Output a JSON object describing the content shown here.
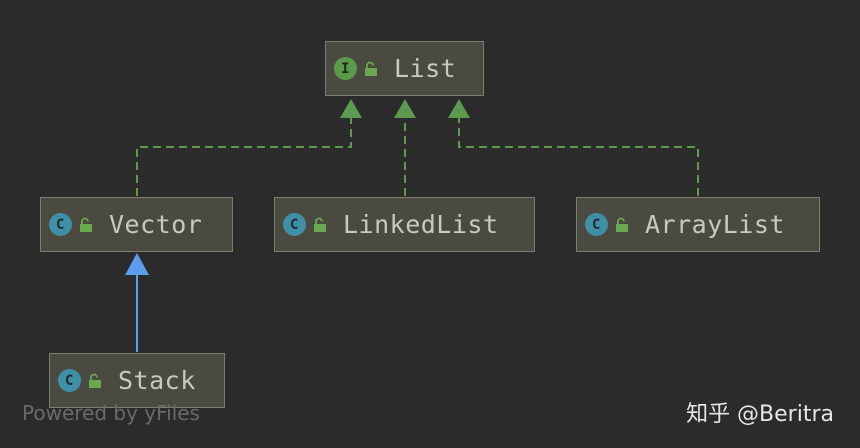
{
  "diagram": {
    "nodes": [
      {
        "id": "list",
        "kind_letter": "I",
        "kind": "interface",
        "label": "List"
      },
      {
        "id": "vector",
        "kind_letter": "C",
        "kind": "class",
        "label": "Vector"
      },
      {
        "id": "linkedlist",
        "kind_letter": "C",
        "kind": "class",
        "label": "LinkedList"
      },
      {
        "id": "arraylist",
        "kind_letter": "C",
        "kind": "class",
        "label": "ArrayList"
      },
      {
        "id": "stack",
        "kind_letter": "C",
        "kind": "class",
        "label": "Stack"
      }
    ],
    "edges": [
      {
        "from": "vector",
        "to": "list",
        "relation": "implements",
        "style": "dashed",
        "color": "#5e9a4e"
      },
      {
        "from": "linkedlist",
        "to": "list",
        "relation": "implements",
        "style": "dashed",
        "color": "#5e9a4e"
      },
      {
        "from": "arraylist",
        "to": "list",
        "relation": "implements",
        "style": "dashed",
        "color": "#5e9a4e"
      },
      {
        "from": "stack",
        "to": "vector",
        "relation": "extends",
        "style": "solid",
        "color": "#5c9ded"
      }
    ],
    "colors": {
      "background": "#2b2b2b",
      "node_fill": "#4a4a40",
      "node_border": "#7d7d72",
      "class_icon": "#3f8fa7",
      "interface_icon": "#5b9a49",
      "lock_icon": "#6aa84f"
    }
  },
  "footer": {
    "powered_by": "Powered by yFiles",
    "watermark": "知乎 @Beritra"
  }
}
